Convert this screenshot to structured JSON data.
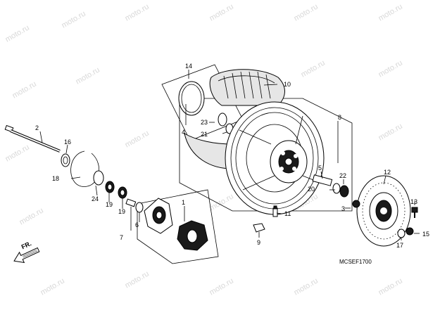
{
  "watermark": "moto.ru",
  "diagram_code": "MCSEF1700",
  "direction_label": "FR.",
  "callouts": [
    "1",
    "2",
    "3",
    "4",
    "5",
    "6",
    "7",
    "8",
    "9",
    "10",
    "11",
    "12",
    "13",
    "14",
    "15",
    "16",
    "17",
    "18",
    "19",
    "19",
    "20",
    "21",
    "22",
    "23",
    "24"
  ]
}
